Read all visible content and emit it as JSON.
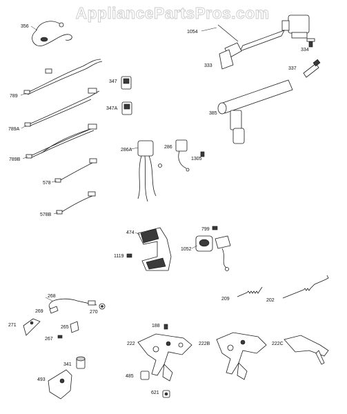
{
  "watermark": "AppliancePartsPros.com",
  "callouts": {
    "p356": "356",
    "p1054": "1054",
    "p334": "334",
    "p333": "333",
    "p337": "337",
    "p789": "789",
    "p789A": "789A",
    "p789B": "789B",
    "p578": "578",
    "p578B": "578B",
    "p347": "347",
    "p347A": "347A",
    "p286A": "286A",
    "p286": "286",
    "p1305": "1305",
    "p385": "385",
    "p474": "474",
    "p1119": "1119",
    "p799": "799",
    "p1052": "1052",
    "p268": "268",
    "p269": "269",
    "p270": "270",
    "p271": "271",
    "p265": "265",
    "p267": "267",
    "p341": "341",
    "p493": "493",
    "p209": "209",
    "p202": "202",
    "p188": "188",
    "p222": "222",
    "p222B": "222B",
    "p222C": "222C",
    "p485": "485",
    "p621": "621"
  }
}
